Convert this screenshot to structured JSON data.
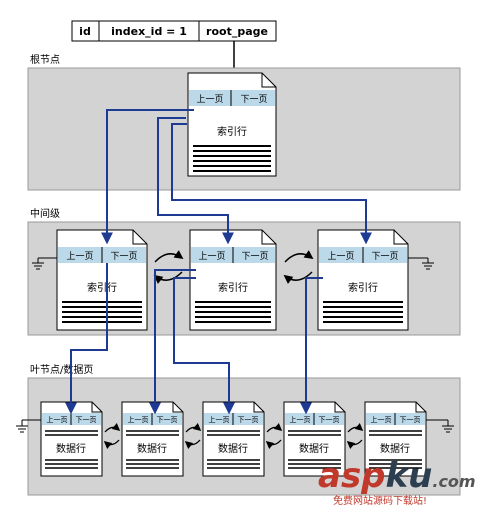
{
  "header": {
    "cells": [
      "id",
      "index_id = 1",
      "root_page"
    ]
  },
  "sections": {
    "root": "根节点",
    "intermediate": "中间级",
    "leaf": "叶节点/数据页"
  },
  "page": {
    "prev": "上一页",
    "next": "下一页",
    "index_rows": "索引行",
    "data_rows": "数据行"
  },
  "watermark": {
    "asp": "asp",
    "ku": "ku",
    "com": ".com",
    "tagline": "免费网站源码下载站!"
  },
  "colors": {
    "arrow": "#1f3a93",
    "panel": "#d3d3d3",
    "page_header": "#bcd9ea",
    "watermark_red": "#c0392b"
  }
}
